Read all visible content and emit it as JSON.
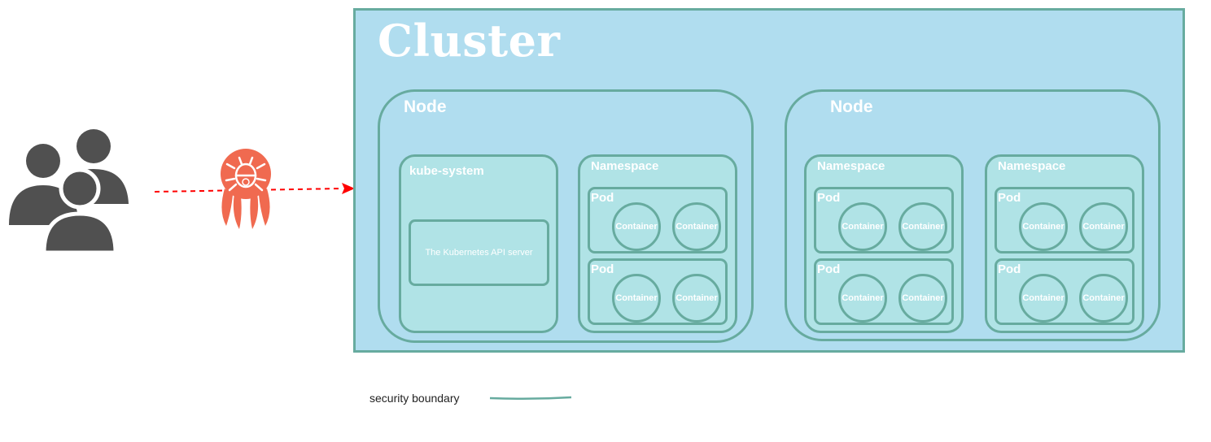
{
  "cluster": {
    "title": "Cluster"
  },
  "nodes": [
    {
      "label": "Node",
      "system": {
        "label": "kube-system",
        "api_label": "The Kubernetes API server"
      },
      "namespaces": [
        {
          "label": "Namespace",
          "pods": [
            {
              "label": "Pod",
              "containers": [
                "Container",
                "Container"
              ]
            },
            {
              "label": "Pod",
              "containers": [
                "Container",
                "Container"
              ]
            }
          ]
        }
      ]
    },
    {
      "label": "Node",
      "namespaces": [
        {
          "label": "Namespace",
          "pods": [
            {
              "label": "Pod",
              "containers": [
                "Container",
                "Container"
              ]
            },
            {
              "label": "Pod",
              "containers": [
                "Container",
                "Container"
              ]
            }
          ]
        },
        {
          "label": "Namespace",
          "pods": [
            {
              "label": "Pod",
              "containers": [
                "Container",
                "Container"
              ]
            },
            {
              "label": "Pod",
              "containers": [
                "Container",
                "Container"
              ]
            }
          ]
        }
      ]
    }
  ],
  "actors": {
    "icon": "users-group-icon",
    "attacker_icon": "malicious-bug-octopus-icon"
  },
  "legend": {
    "label": "security boundary",
    "line_color": "#67ab9f"
  },
  "colors": {
    "boundary": "#67ab9f",
    "cluster_fill": "#b0ddef",
    "namespace_fill": "#b0e3e6",
    "arrow": "#ff0000",
    "attacker": "#f06a50",
    "users": "#505050"
  }
}
